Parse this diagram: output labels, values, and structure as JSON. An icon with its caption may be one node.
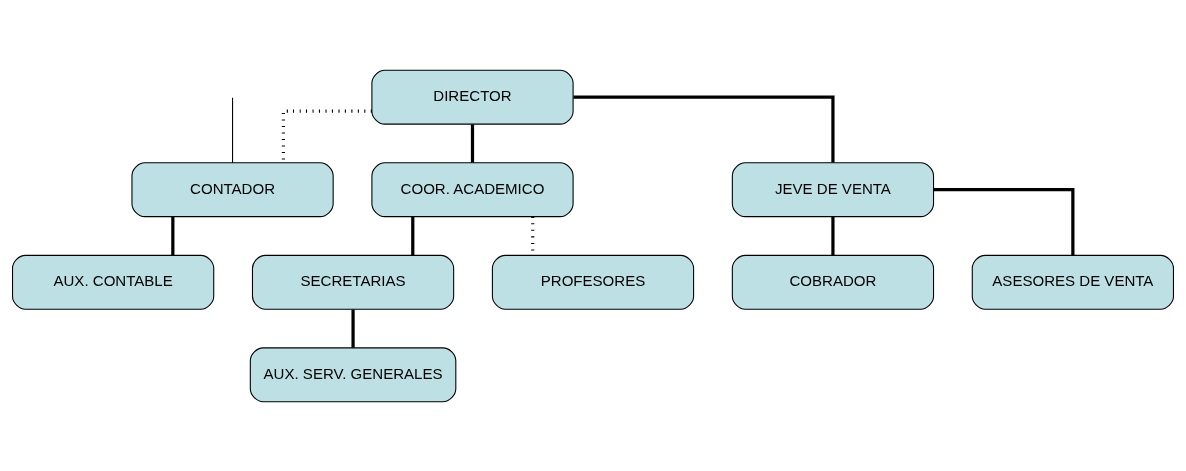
{
  "diagram": {
    "nodes": [
      {
        "text": [
          "DIRECTOR"
        ]
      },
      {
        "text": [
          "CONTADOR"
        ]
      },
      {
        "text": [
          "COOR. ACADEMICO"
        ]
      },
      {
        "text": [
          "JEVE DE VENTA"
        ]
      },
      {
        "text": [
          "AUX. CONTABLE"
        ]
      },
      {
        "text": [
          "SECRETARIAS"
        ]
      },
      {
        "text": [
          "COBRADOR"
        ]
      },
      {
        "text": [
          "AUX. SERV. GENERALES"
        ]
      },
      {
        "text": [
          "ASESORES DE VENTA"
        ]
      },
      {
        "text": [
          "PROFESORES"
        ]
      }
    ],
    "edges": [
      {
        "from": 0,
        "to": 1,
        "arrow": "none",
        "style": "dashed"
      },
      {
        "from": 0,
        "to": 2,
        "arrow": "none"
      },
      {
        "from": 0,
        "to": 3,
        "arrow": "none"
      },
      {
        "from": null,
        "to": 1,
        "arrow": "none"
      },
      {
        "from": 1,
        "to": 4,
        "arrow": "none"
      },
      {
        "from": 2,
        "to": 5,
        "arrow": "none"
      },
      {
        "from": 2,
        "to": 9,
        "arrow": "none",
        "style": "dashed"
      },
      {
        "from": 5,
        "to": 7,
        "arrow": "none"
      },
      {
        "from": 3,
        "to": 6,
        "arrow": "none"
      },
      {
        "from": 3,
        "to": 8,
        "arrow": "none"
      }
    ]
  }
}
